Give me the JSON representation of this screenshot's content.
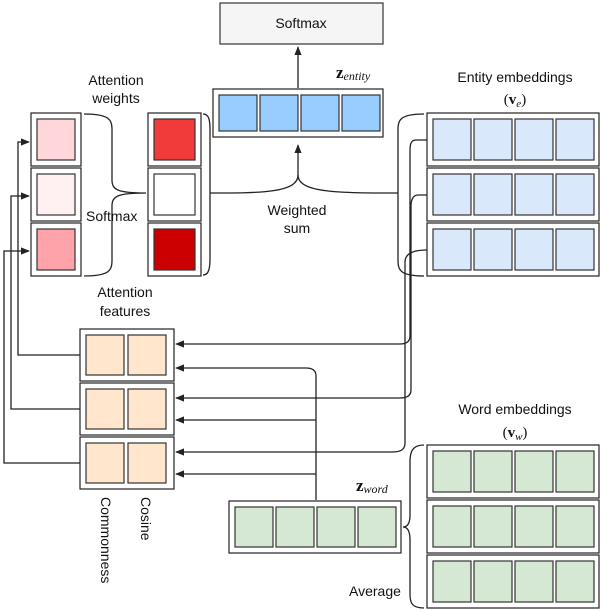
{
  "softmax_top": "Softmax",
  "z_entity": {
    "main": "z",
    "sub": "entity"
  },
  "z_word": {
    "main": "z",
    "sub": "word"
  },
  "attention_weights": {
    "line1": "Attention",
    "line2": "weights"
  },
  "entity_embeddings": {
    "line1": "Entity embeddings",
    "symbol_open": "(",
    "symbol": "v",
    "sub": "e",
    "symbol_close": ")"
  },
  "word_embeddings": {
    "line1": "Word embeddings",
    "symbol_open": "(",
    "symbol": "v",
    "sub": "w",
    "symbol_close": ")"
  },
  "softmax_mid": "Softmax",
  "weighted_sum": {
    "line1": "Weighted",
    "line2": "sum"
  },
  "attention_features": {
    "line1": "Attention",
    "line2": "features"
  },
  "feature_commonness": "Commonness",
  "feature_cosine": "Cosine",
  "average": "Average",
  "colors": {
    "entity_blue": "#99ccff",
    "entity_light_blue": "#dae8fc",
    "feature_orange": "#ffe6cc",
    "word_green": "#d5e8d4",
    "weight_left": [
      "#ffd6d9",
      "#fff0f1",
      "#ffa3ab"
    ],
    "weight_right": [
      "#f13b3b",
      "#ffffff",
      "#cc0000"
    ],
    "softmax_box": "#f5f5f5"
  }
}
